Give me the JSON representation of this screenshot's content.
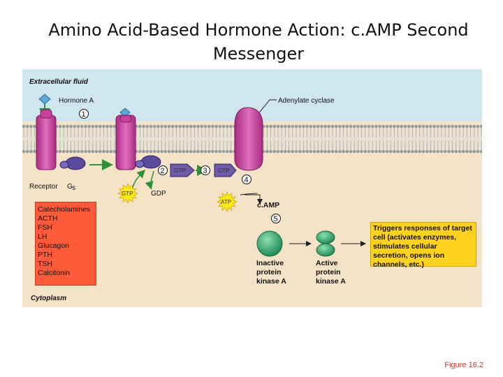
{
  "title": "Amino Acid-Based Hormone Action: c.AMP Second Messenger",
  "labels": {
    "extracellular": "Extracellular fluid",
    "hormone": "Hormone A",
    "adenylate_cyclase": "Adenylate cyclase",
    "receptor": "Receptor",
    "gs": "G",
    "gs_sub": "s",
    "gdp": "GDP",
    "gtp": "GTP",
    "atp": "ATP",
    "camp": "c.AMP",
    "inactive": [
      "Inactive",
      "protein",
      "kinase A"
    ],
    "active": [
      "Active",
      "protein",
      "kinase A"
    ],
    "cytoplasm": "Cytoplasm"
  },
  "steps": [
    "1",
    "2",
    "3",
    "4",
    "5"
  ],
  "hormones": [
    "Catecholamines",
    "ACTH",
    "FSH",
    "LH",
    "Glucagon",
    "PTH",
    "TSH",
    "Calcitonin"
  ],
  "triggers_text": "Triggers responses of target cell (activates enzymes, stimulates cellular secretion, opens ion channels, etc.)",
  "figure_label": "Figure 16.2",
  "colors": {
    "extracellular": "#cfe6ef",
    "cytoplasm": "#f4e3c7",
    "receptor": "#c8409a",
    "g_protein": "#5a4a9a",
    "kinase": "#3aa06a",
    "hormone_list_bg": "#ff5a3a",
    "triggers_bg": "#ffd21f",
    "starburst": "#ffe81a",
    "arrow_green": "#2f8f3a",
    "figure_label": "#c0392b"
  }
}
